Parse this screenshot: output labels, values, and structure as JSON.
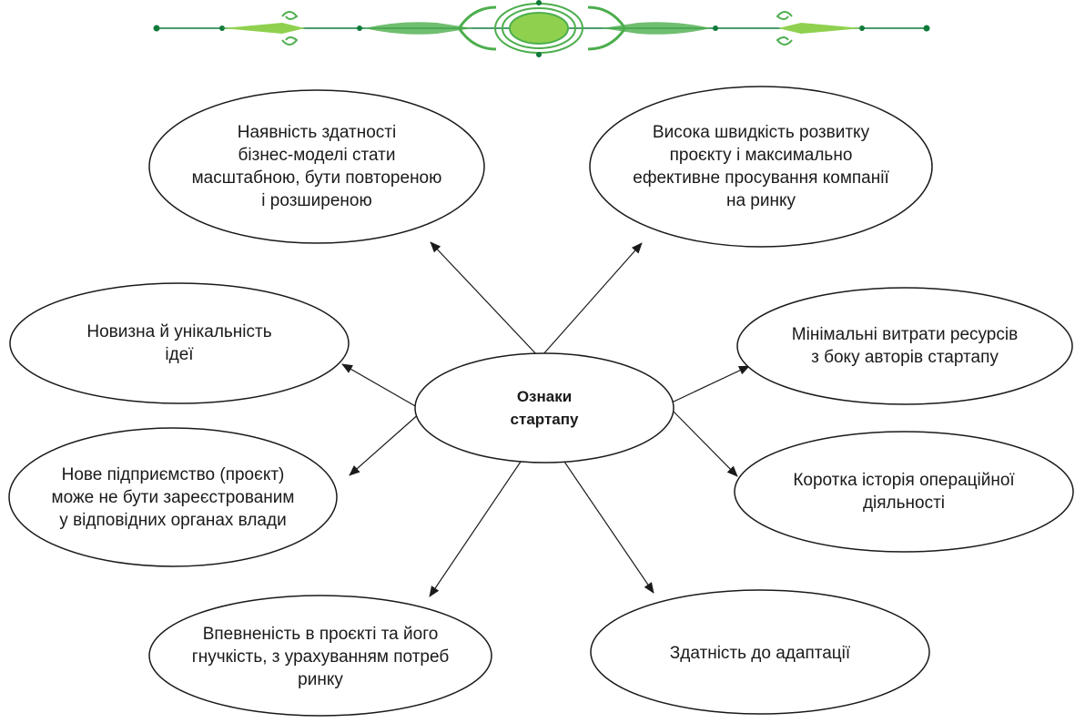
{
  "center": {
    "label": "Ознаки\nстартапу"
  },
  "nodes": [
    {
      "id": "scalability",
      "label": "Наявність здатності\nбізнес-моделі стати\nмасштабною, бути повтореною\nі розширеною"
    },
    {
      "id": "speed",
      "label": "Висока швидкість розвитку\nпроєкту і максимально\nефективне просування компанії\nна ринку"
    },
    {
      "id": "novelty",
      "label": "Новизна й унікальність\nідеї"
    },
    {
      "id": "min-costs",
      "label": "Мінімальні витрати ресурсів\nз боку авторів стартапу"
    },
    {
      "id": "unregistered",
      "label": "Нове підприємство (проєкт)\nможе не бути зареєстрованим\nу відповідних органах влади"
    },
    {
      "id": "short-history",
      "label": "Коротка історія операційної\nдіяльності"
    },
    {
      "id": "confidence",
      "label": "Впевненість в проєкті та його\nгнучкість, з урахуванням потреб\nринку"
    },
    {
      "id": "adaptation",
      "label": "Здатність до адаптації"
    }
  ],
  "colors": {
    "ornament_light": "#8fd14f",
    "ornament_dark": "#0f7a3a",
    "ornament_mid": "#4cae4c",
    "stroke": "#1a1a1a"
  }
}
